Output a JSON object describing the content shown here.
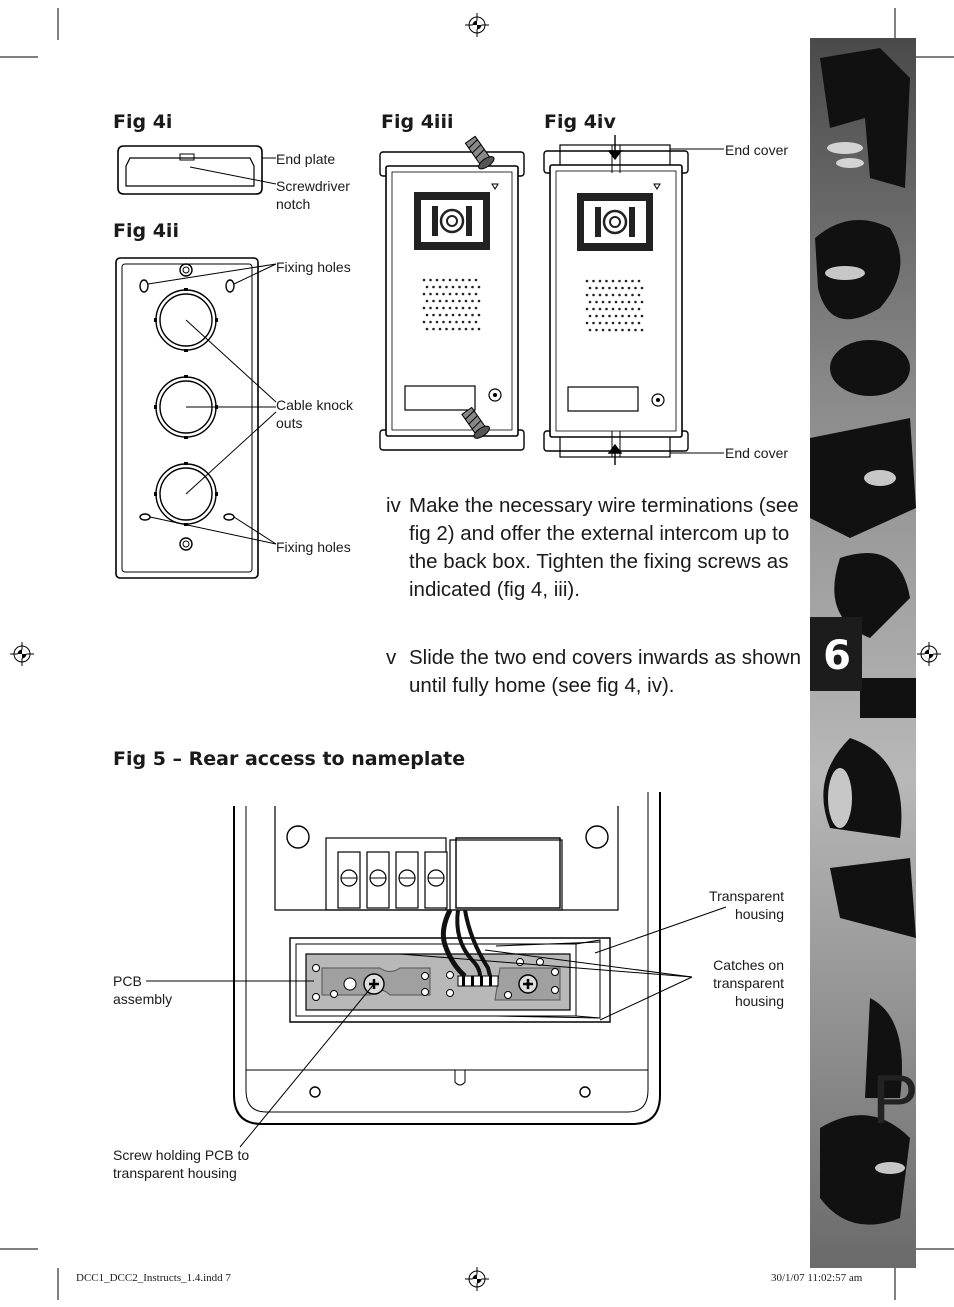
{
  "figures": {
    "fig4i": {
      "title": "Fig 4i",
      "label_end_plate": "End plate",
      "label_notch_1": "Screwdriver",
      "label_notch_2": "notch"
    },
    "fig4ii": {
      "title": "Fig 4ii",
      "label_fixing_top": "Fixing holes",
      "label_knock_1": "Cable knock",
      "label_knock_2": "outs",
      "label_fixing_bottom": "Fixing holes"
    },
    "fig4iii": {
      "title": "Fig 4iii"
    },
    "fig4iv": {
      "title": "Fig 4iv",
      "label_end_cover_top": "End cover",
      "label_end_cover_bottom": "End cover"
    },
    "fig5": {
      "title": "Fig 5 – Rear access to nameplate",
      "label_transparent_1": "Transparent",
      "label_transparent_2": "housing",
      "label_catches_1": "Catches on",
      "label_catches_2": "transparent",
      "label_catches_3": "housing",
      "label_pcb_1": "PCB",
      "label_pcb_2": "assembly",
      "label_screw_1": "Screw holding PCB to",
      "label_screw_2": "transparent housing"
    }
  },
  "instructions": [
    {
      "marker": "iv",
      "lines": [
        "Make the necessary wire terminations (see",
        "fig 2) and offer the external intercom up to",
        "the back box. Tighten the fixing screws as",
        "indicated (fig 4, iii)."
      ]
    },
    {
      "marker": "v",
      "lines": [
        "Slide the two end covers inwards as shown",
        "until fully home (see fig 4, iv)."
      ]
    }
  ],
  "side_tab": {
    "number": "6"
  },
  "footer": {
    "file": "DCC1_DCC2_Instructs_1.4.indd   7",
    "timestamp": "30/1/07   11:02:57 am"
  },
  "icons": [
    "registration-mark-icon",
    "crop-mark-icon"
  ],
  "colors": {
    "ink": "#1a1a1a",
    "tab_dark": "#1c1c1c",
    "panel_grey": "#9a9a9a"
  }
}
